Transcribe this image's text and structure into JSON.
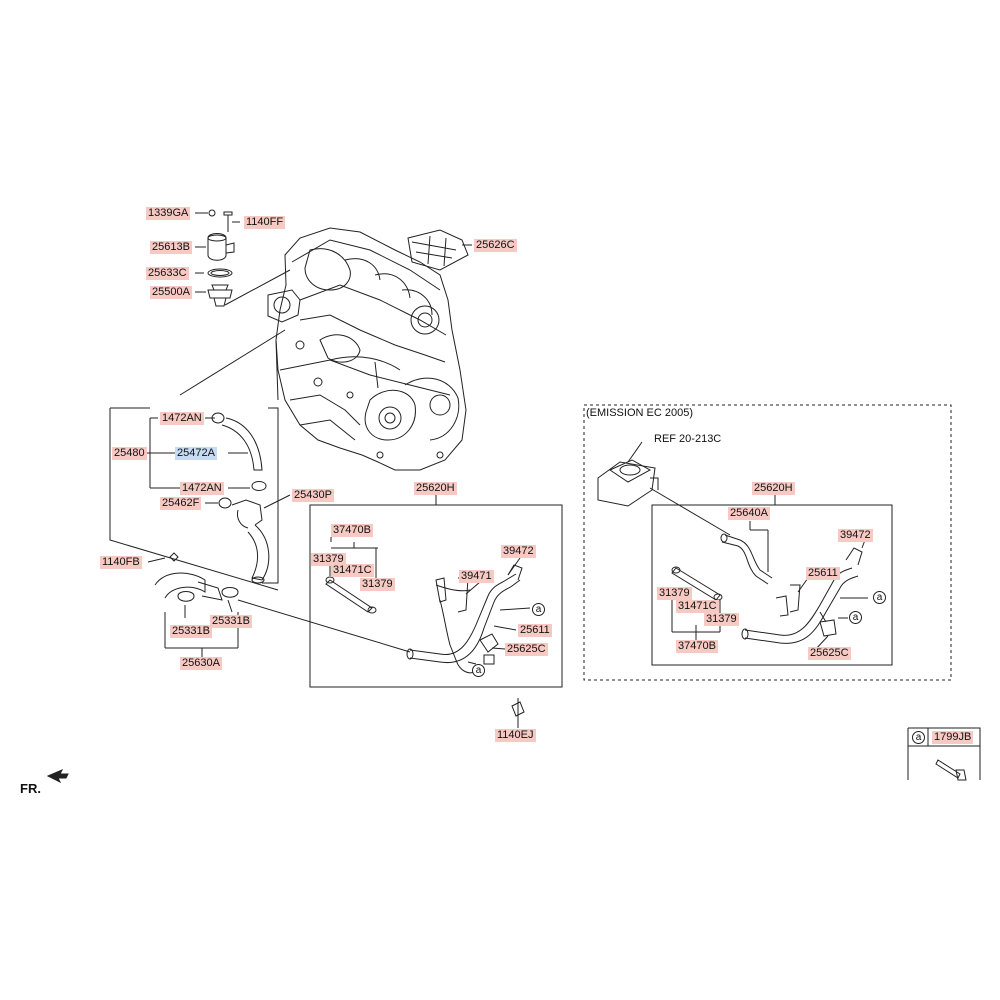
{
  "labels": {
    "p1339GA": "1339GA",
    "p1140FF": "1140FF",
    "p25613B": "25613B",
    "p25633C": "25633C",
    "p25500A": "25500A",
    "p25626C": "25626C",
    "p1472AN_top": "1472AN",
    "p25480": "25480",
    "p25472A": "25472A",
    "p1472AN_bot": "1472AN",
    "p25462F": "25462F",
    "p25430P": "25430P",
    "p1140FB": "1140FB",
    "p25331B_l": "25331B",
    "p25331B_r": "25331B",
    "p25630A": "25630A",
    "p25620H_l": "25620H",
    "p37470B_l": "37470B",
    "p31379_l1": "31379",
    "p31471C_l": "31471C",
    "p31379_l2": "31379",
    "p39472_l": "39472",
    "p39471": "39471",
    "p25611_l": "25611",
    "p25625C_l": "25625C",
    "p1140EJ": "1140EJ",
    "p25620H_r": "25620H",
    "p25640A": "25640A",
    "p39472_r": "39472",
    "p25611_r": "25611",
    "p31379_r1": "31379",
    "p31471C_r": "31471C",
    "p31379_r2": "31379",
    "p37470B_r": "37470B",
    "p25625C_r": "25625C",
    "p1799JB": "1799JB"
  },
  "texts": {
    "emission": "(EMISSION EC 2005)",
    "ref": "REF 20-213C",
    "fr": "FR.",
    "callout": "a"
  },
  "colors": {
    "label_bg": "#f6c9c3",
    "highlight_bg": "#c6dcf4",
    "line": "#222222"
  }
}
